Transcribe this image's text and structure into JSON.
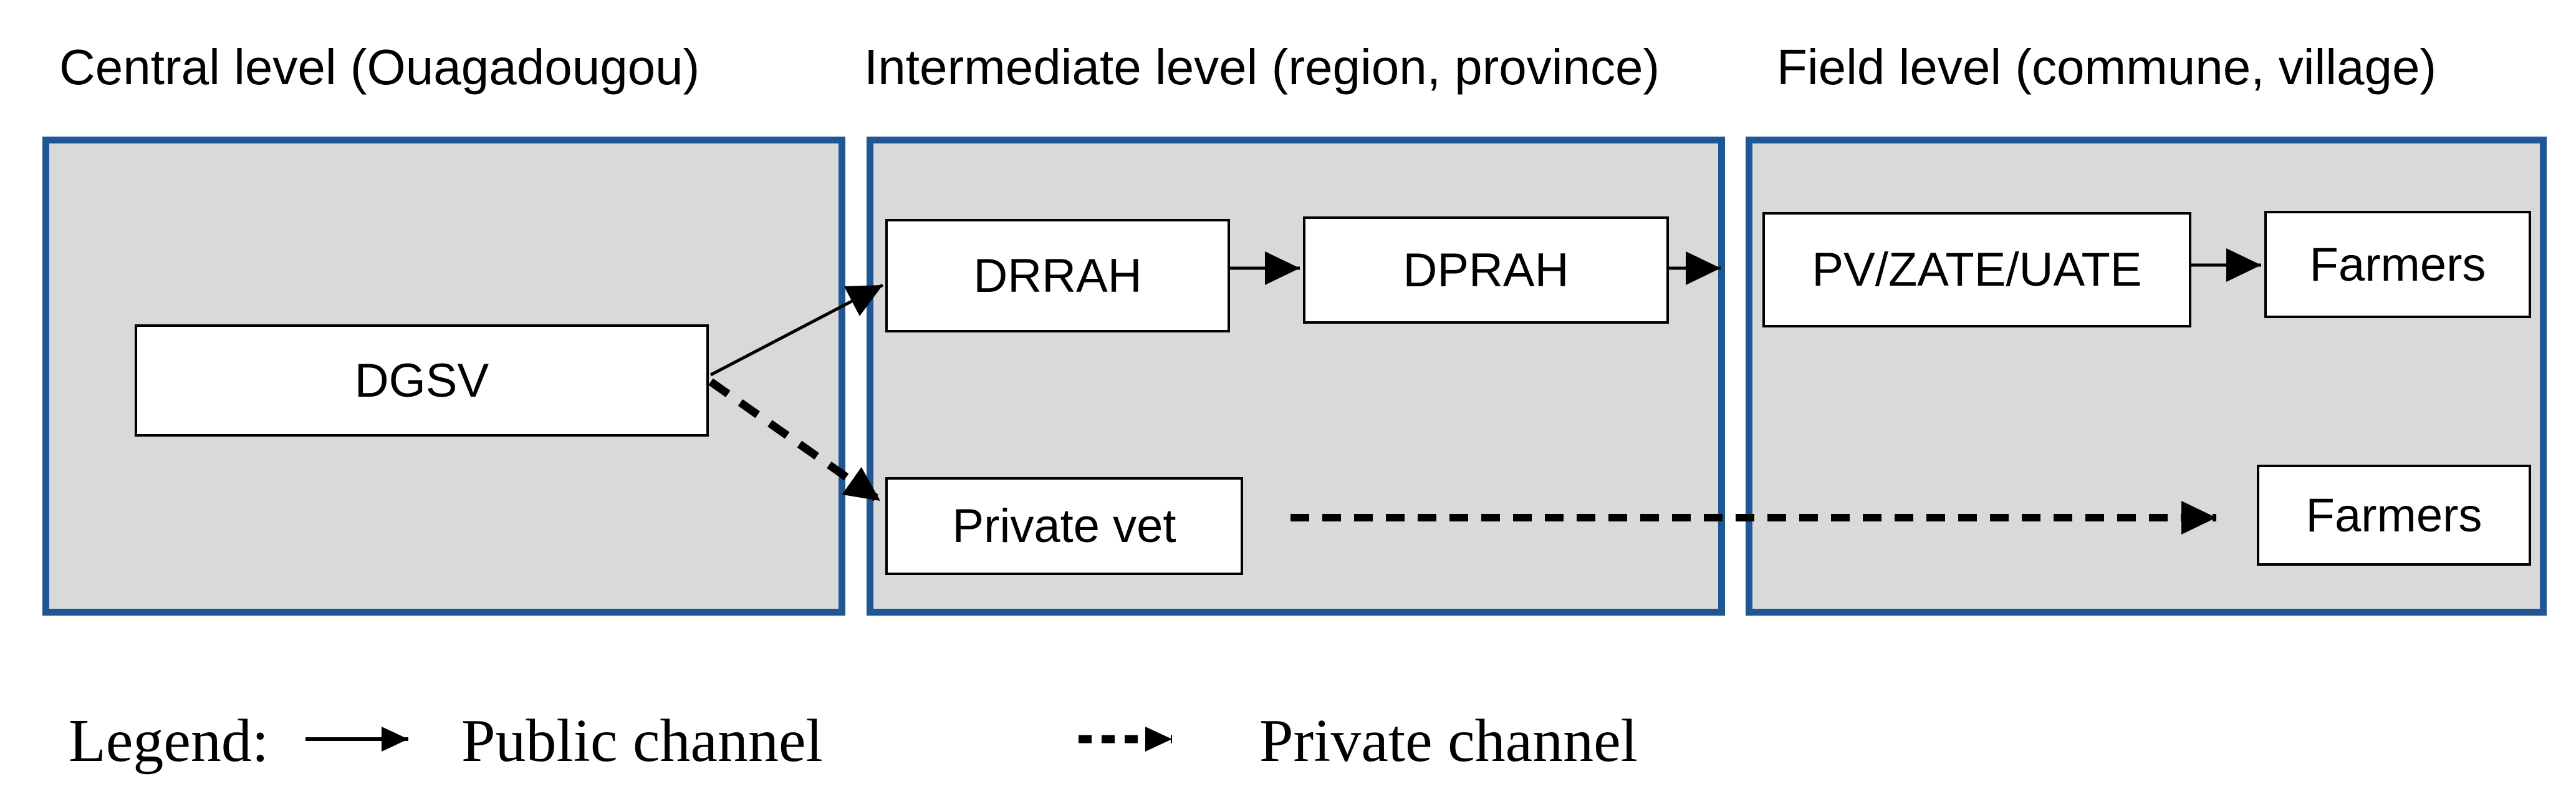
{
  "colors": {
    "background": "#FFFFFF",
    "panel_fill": "#D9D9D9",
    "panel_border": "#1F5795",
    "box_fill": "#FFFFFF",
    "box_border": "#000000",
    "line": "#000000",
    "text": "#000000"
  },
  "columns": [
    {
      "title": "Central level (Ouagadougou)"
    },
    {
      "title": "Intermediate level (region, province)"
    },
    {
      "title": "Field level (commune, village)"
    }
  ],
  "nodes": {
    "dgsv": {
      "label": "DGSV"
    },
    "drrah": {
      "label": "DRRAH"
    },
    "dprah": {
      "label": "DPRAH"
    },
    "pv_zate_uate": {
      "label": "PV/ZATE/UATE"
    },
    "farmers_field": {
      "label": "Farmers"
    },
    "private_vet": {
      "label": "Private vet"
    },
    "farmers_private": {
      "label": "Farmers"
    }
  },
  "legend": {
    "label": "Legend:",
    "public_channel": "Public channel",
    "private_channel": "Private channel"
  }
}
